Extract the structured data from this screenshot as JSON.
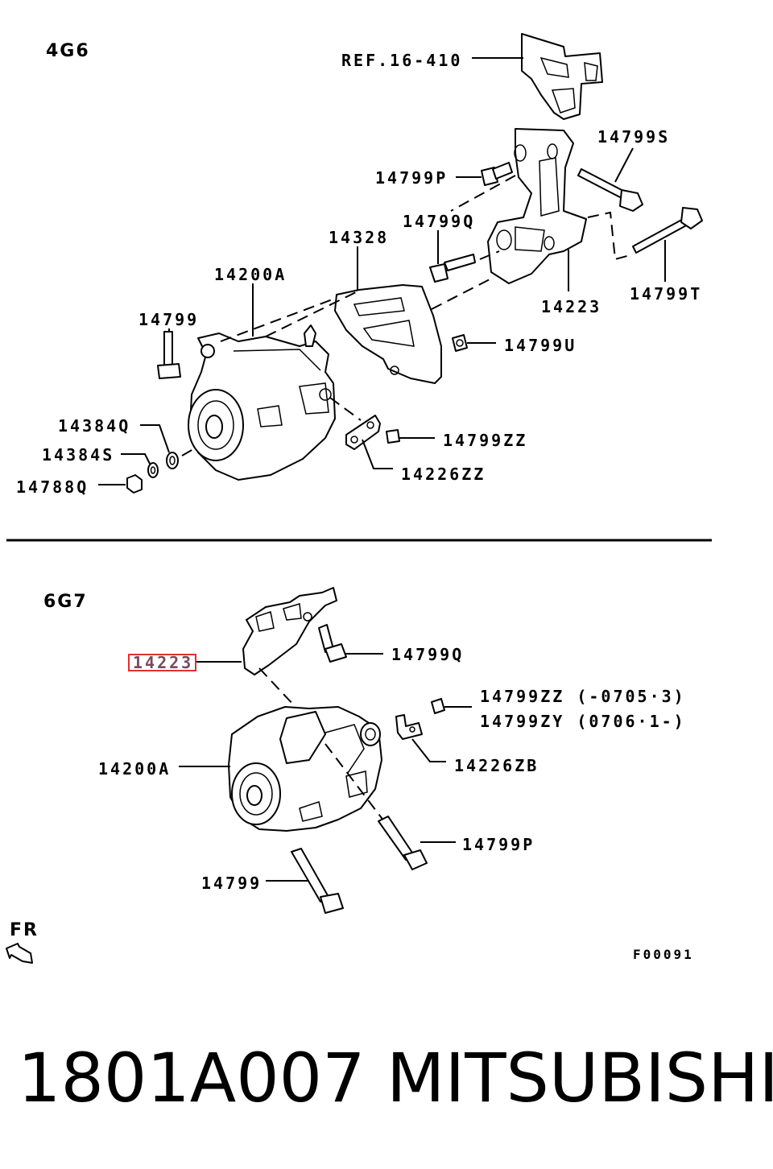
{
  "sections": {
    "top": "4G6",
    "bottom": "6G7"
  },
  "labels_top": {
    "ref": "REF.16-410",
    "p14799S": "14799S",
    "p14799P": "14799P",
    "p14799Q": "14799Q",
    "p14328": "14328",
    "p14200A": "14200A",
    "p14223": "14223",
    "p14799T": "14799T",
    "p14799": "14799",
    "p14799U": "14799U",
    "p14384Q": "14384Q",
    "p14384S": "14384S",
    "p14788Q": "14788Q",
    "p14799ZZ": "14799ZZ",
    "p14226ZZ": "14226ZZ"
  },
  "labels_bottom": {
    "p14223": "14223",
    "p14799Q": "14799Q",
    "p14799ZZ": "14799ZZ (-0705·3)",
    "p14799ZY": "14799ZY (0706·1-)",
    "p14226ZB": "14226ZB",
    "p14200A": "14200A",
    "p14799P": "14799P",
    "p14799": "14799"
  },
  "front_marker": "FR",
  "figure_code": "F00091",
  "footer": {
    "part_number": "1801A007",
    "brand": "MITSUBISHI"
  }
}
